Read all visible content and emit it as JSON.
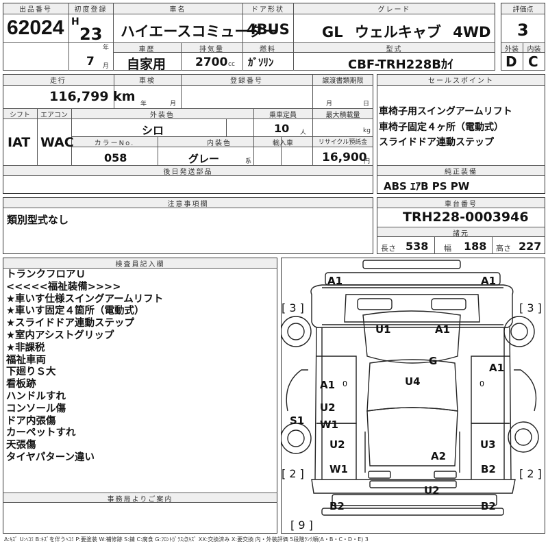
{
  "header": {
    "lot_label": "出品番号",
    "lot_no": "62024",
    "first_reg_label": "初度登録",
    "era": "H",
    "year": "23",
    "year_unit": "年",
    "month": "7",
    "month_unit": "月",
    "name_label": "車名",
    "name": "ハイエースコミューター",
    "door_label": "ドア形状",
    "door": "4BUS",
    "grade_label": "グレード",
    "grade": "GL ウェルキャブ 4WD",
    "score_label": "評価点",
    "score": "3",
    "history_label": "車歴",
    "history": "自家用",
    "disp_label": "排気量",
    "disp": "2700",
    "disp_unit": "cc",
    "fuel_label": "燃料",
    "fuel": "ｶﾞｿﾘﾝ",
    "model_label": "型式",
    "model": "CBF-TRH228Bｶｲ",
    "ext_label": "外装",
    "ext_grade": "D",
    "int_label": "内装",
    "int_grade": "C"
  },
  "row2": {
    "mileage_label": "走行",
    "mileage": "116,799 km",
    "inspect_label": "車検",
    "inspect_year_unit": "年",
    "inspect_month_unit": "月",
    "regno_label": "登録番号",
    "transfer_label": "譲渡書類期限",
    "transfer_month_unit": "月",
    "transfer_day_unit": "日",
    "sales_label": "セールスポイント",
    "sales_points": [
      "車椅子用スイングアームリフト",
      "車椅子固定４ヶ所（電動式）",
      "スライドドア連動ステップ"
    ]
  },
  "row3": {
    "shift_label": "シフト",
    "shift": "IAT",
    "ac_label": "エアコン",
    "ac": "WAC",
    "color_label": "外装色",
    "color": "シロ",
    "capacity_label": "乗車定員",
    "capacity": "10",
    "capacity_unit": "人",
    "load_label": "最大積載量",
    "load_unit": "kg",
    "colorno_label": "カラーNo.",
    "colorno": "058",
    "interior_label": "内装色",
    "interior": "グレー",
    "interior_unit": "系",
    "import_label": "輸入車",
    "recycle_label": "リサイクル預託金",
    "recycle": "16,900",
    "recycle_unit": "円",
    "later_label": "後日発送部品",
    "equip_label": "純正装備",
    "equip": "ABS ｴｱB PS PW"
  },
  "notes": {
    "caution_label": "注意事項欄",
    "caution": "類別型式なし",
    "chassis_label": "車台番号",
    "chassis": "TRH228-0003946",
    "spec_label": "諸元",
    "length_label": "長さ",
    "length": "538",
    "width_label": "幅",
    "width": "188",
    "height_label": "高さ",
    "height": "227"
  },
  "inspector": {
    "label": "検査員記入欄",
    "lines": [
      "トランクフロアＵ",
      "<<<<<福祉装備>>>>",
      "★車いす仕様スイングアームリフト",
      "★車いす固定４箇所（電動式）",
      "★スライドドア連動ステップ",
      "★室内アシストグリップ",
      "★非課税",
      "福祉車両",
      "下廻りＳ大",
      "看板跡",
      "ハンドルすれ",
      "コンソール傷",
      "ドア内張傷",
      "カーペットすれ",
      "天張傷",
      "タイヤパターン違い"
    ]
  },
  "office_label": "事務局よりご案内",
  "diagram": {
    "marks": [
      "A1",
      "A1",
      "U1",
      "A1",
      "G",
      "U4",
      "A1",
      "A1",
      "U2",
      "W1",
      "S1",
      "U2",
      "U3",
      "A2",
      "W1",
      "B2",
      "U2",
      "B2",
      "B2"
    ],
    "small_marks": [
      "0",
      "0"
    ],
    "brackets": [
      "3",
      "3",
      "2",
      "2",
      "9"
    ]
  },
  "legend": "A:ｷｽﾞ U:ﾍｺﾐ B:ｷｽﾞを伴うﾍｺﾐ P:要塗装 W:補修跡 S:錆 C:腐食 G:ﾌﾛﾝﾄｶﾞﾗｽ点ｷｽﾞ XX:交換済み X:要交換 内・外装評価 5段階ﾗﾝｸ順(A・B・C・D・E) 3"
}
